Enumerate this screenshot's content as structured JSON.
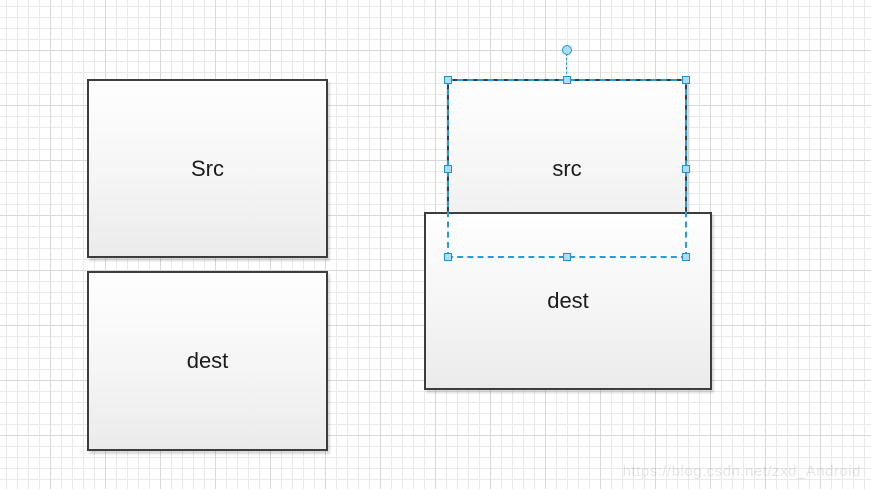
{
  "canvas": {
    "background_color": "#ffffff",
    "grid_minor_color": "#e9e9e9",
    "grid_major_color": "#d8d8d8"
  },
  "shapes": [
    {
      "id": "src-left",
      "label": "Src",
      "selected": false
    },
    {
      "id": "dest-left",
      "label": "dest",
      "selected": false
    },
    {
      "id": "src-right",
      "label": "src",
      "selected": true
    },
    {
      "id": "dest-right",
      "label": "dest",
      "selected": false
    }
  ],
  "selection": {
    "outline_color": "#24a0d9",
    "handle_fill_color": "#aedcf5",
    "handle_border_color": "#1d93cc",
    "handles": [
      "nw",
      "n",
      "ne",
      "w",
      "e",
      "sw",
      "s",
      "se"
    ],
    "has_rotation_handle": true
  },
  "watermark": {
    "text": "https://blog.csdn.net/zxd_Android"
  }
}
